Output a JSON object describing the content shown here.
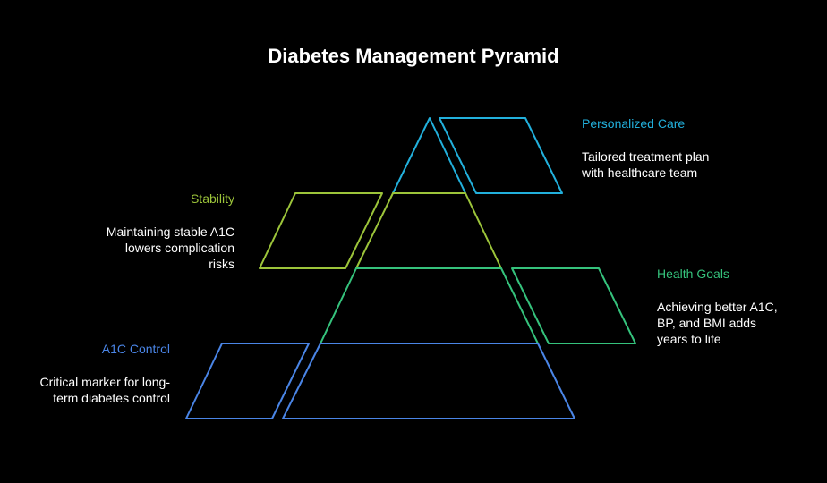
{
  "title": "Diabetes Management Pyramid",
  "levels": [
    {
      "name": "Personalized Care",
      "description": "Tailored treatment plan with healthcare team",
      "color": "#22b0dc"
    },
    {
      "name": "Stability",
      "description": "Maintaining stable A1C lowers complication risks",
      "color": "#9cc43a"
    },
    {
      "name": "Health Goals",
      "description": "Achieving better A1C, BP, and BMI adds years to life",
      "color": "#35c27c"
    },
    {
      "name": "A1C Control",
      "description": "Critical marker for long-term diabetes control",
      "color": "#4a85e6"
    }
  ]
}
